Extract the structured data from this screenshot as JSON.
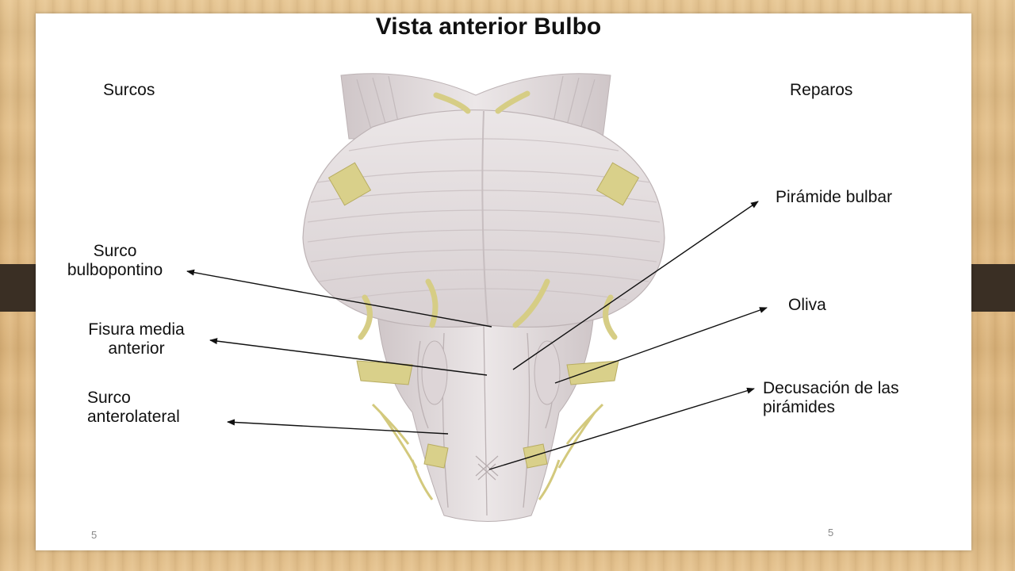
{
  "slide": {
    "title": "Vista anterior Bulbo",
    "left_heading": "Surcos",
    "right_heading": "Reparos",
    "page_left": "5",
    "page_right": "5"
  },
  "labels": {
    "surco_bulbopontino": [
      "Surco",
      "bulbopontino"
    ],
    "fisura_media_anterior": [
      "Fisura media",
      "anterior"
    ],
    "surco_anterolateral": [
      "Surco",
      "anterolateral"
    ],
    "piramide_bulbar": "Pirámide bulbar",
    "oliva": "Oliva",
    "decusacion": [
      "Decusación de las",
      "pirámides"
    ]
  },
  "colors": {
    "tissue": "#e4dedf",
    "tissue_shadow": "#c9c0c2",
    "nerve": "#d9d08a",
    "arrow": "#111111"
  }
}
